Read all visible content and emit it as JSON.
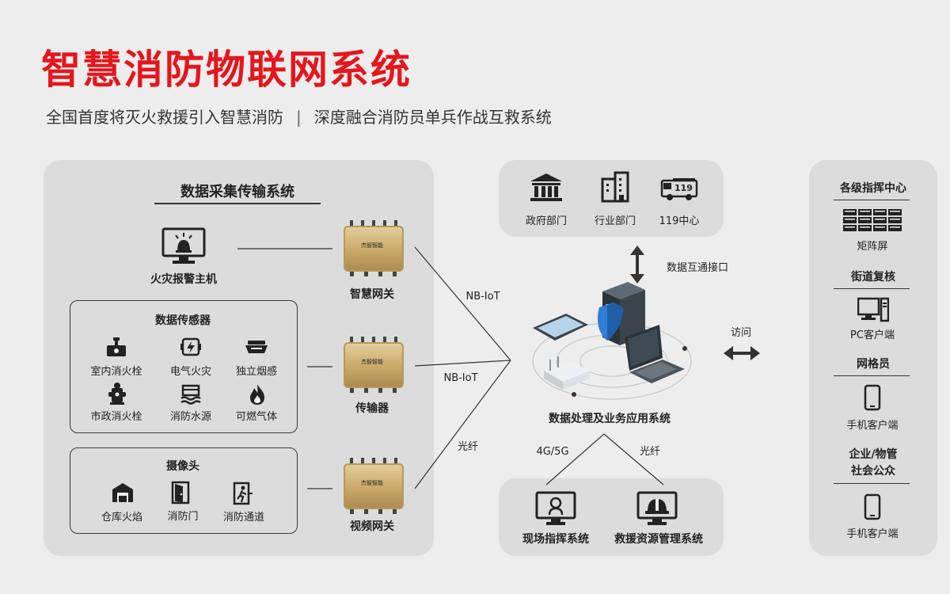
{
  "header": {
    "title": "智慧消防物联网系统",
    "subtitle_left": "全国首度将灭火救援引入智慧消防",
    "subtitle_sep": "|",
    "subtitle_right": "深度融合消防员单兵作战互救系统"
  },
  "left_panel": {
    "title": "数据采集传输系统",
    "fire_host": "火灾报警主机",
    "sensors": {
      "title": "数据传感器",
      "items": [
        "室内消火栓",
        "电气火灾",
        "独立烟感",
        "市政消火栓",
        "消防水源",
        "可燃气体"
      ]
    },
    "cameras": {
      "title": "摄像头",
      "items": [
        "仓库火焰",
        "消防门",
        "消防通道"
      ]
    },
    "gateways": [
      "智慧网关",
      "传输器",
      "视频网关"
    ],
    "gateway_logo": "杰智智能"
  },
  "links": {
    "nb1": "NB-IoT",
    "nb2": "NB-IoT",
    "fiber": "光纤",
    "data_interface": "数据互通接口",
    "access": "访问",
    "g45": "4G/5G",
    "fiber2": "光纤"
  },
  "top_panel": {
    "items": [
      "政府部门",
      "行业部门",
      "119中心"
    ],
    "truck_text": "119"
  },
  "core": {
    "label": "数据处理及业务应用系统"
  },
  "bottom_panel": {
    "items": [
      "现场指挥系统",
      "救援资源管理系统"
    ]
  },
  "right_panel": {
    "sections": [
      {
        "title": "各级指挥中心",
        "item": "矩阵屏"
      },
      {
        "title": "街道复核",
        "item": "PC客户端"
      },
      {
        "title": "网格员",
        "item": "手机客户端"
      },
      {
        "title": "企业/物管\n社会公众",
        "title_l1": "企业/物管",
        "title_l2": "社会公众",
        "item": "手机客户端"
      }
    ]
  },
  "colors": {
    "title_red": "#e5161d",
    "panel_gray": "#dcdcdc",
    "background": "#ededed",
    "gold": "#c9a868",
    "shield_blue": "#2f7fd6"
  }
}
